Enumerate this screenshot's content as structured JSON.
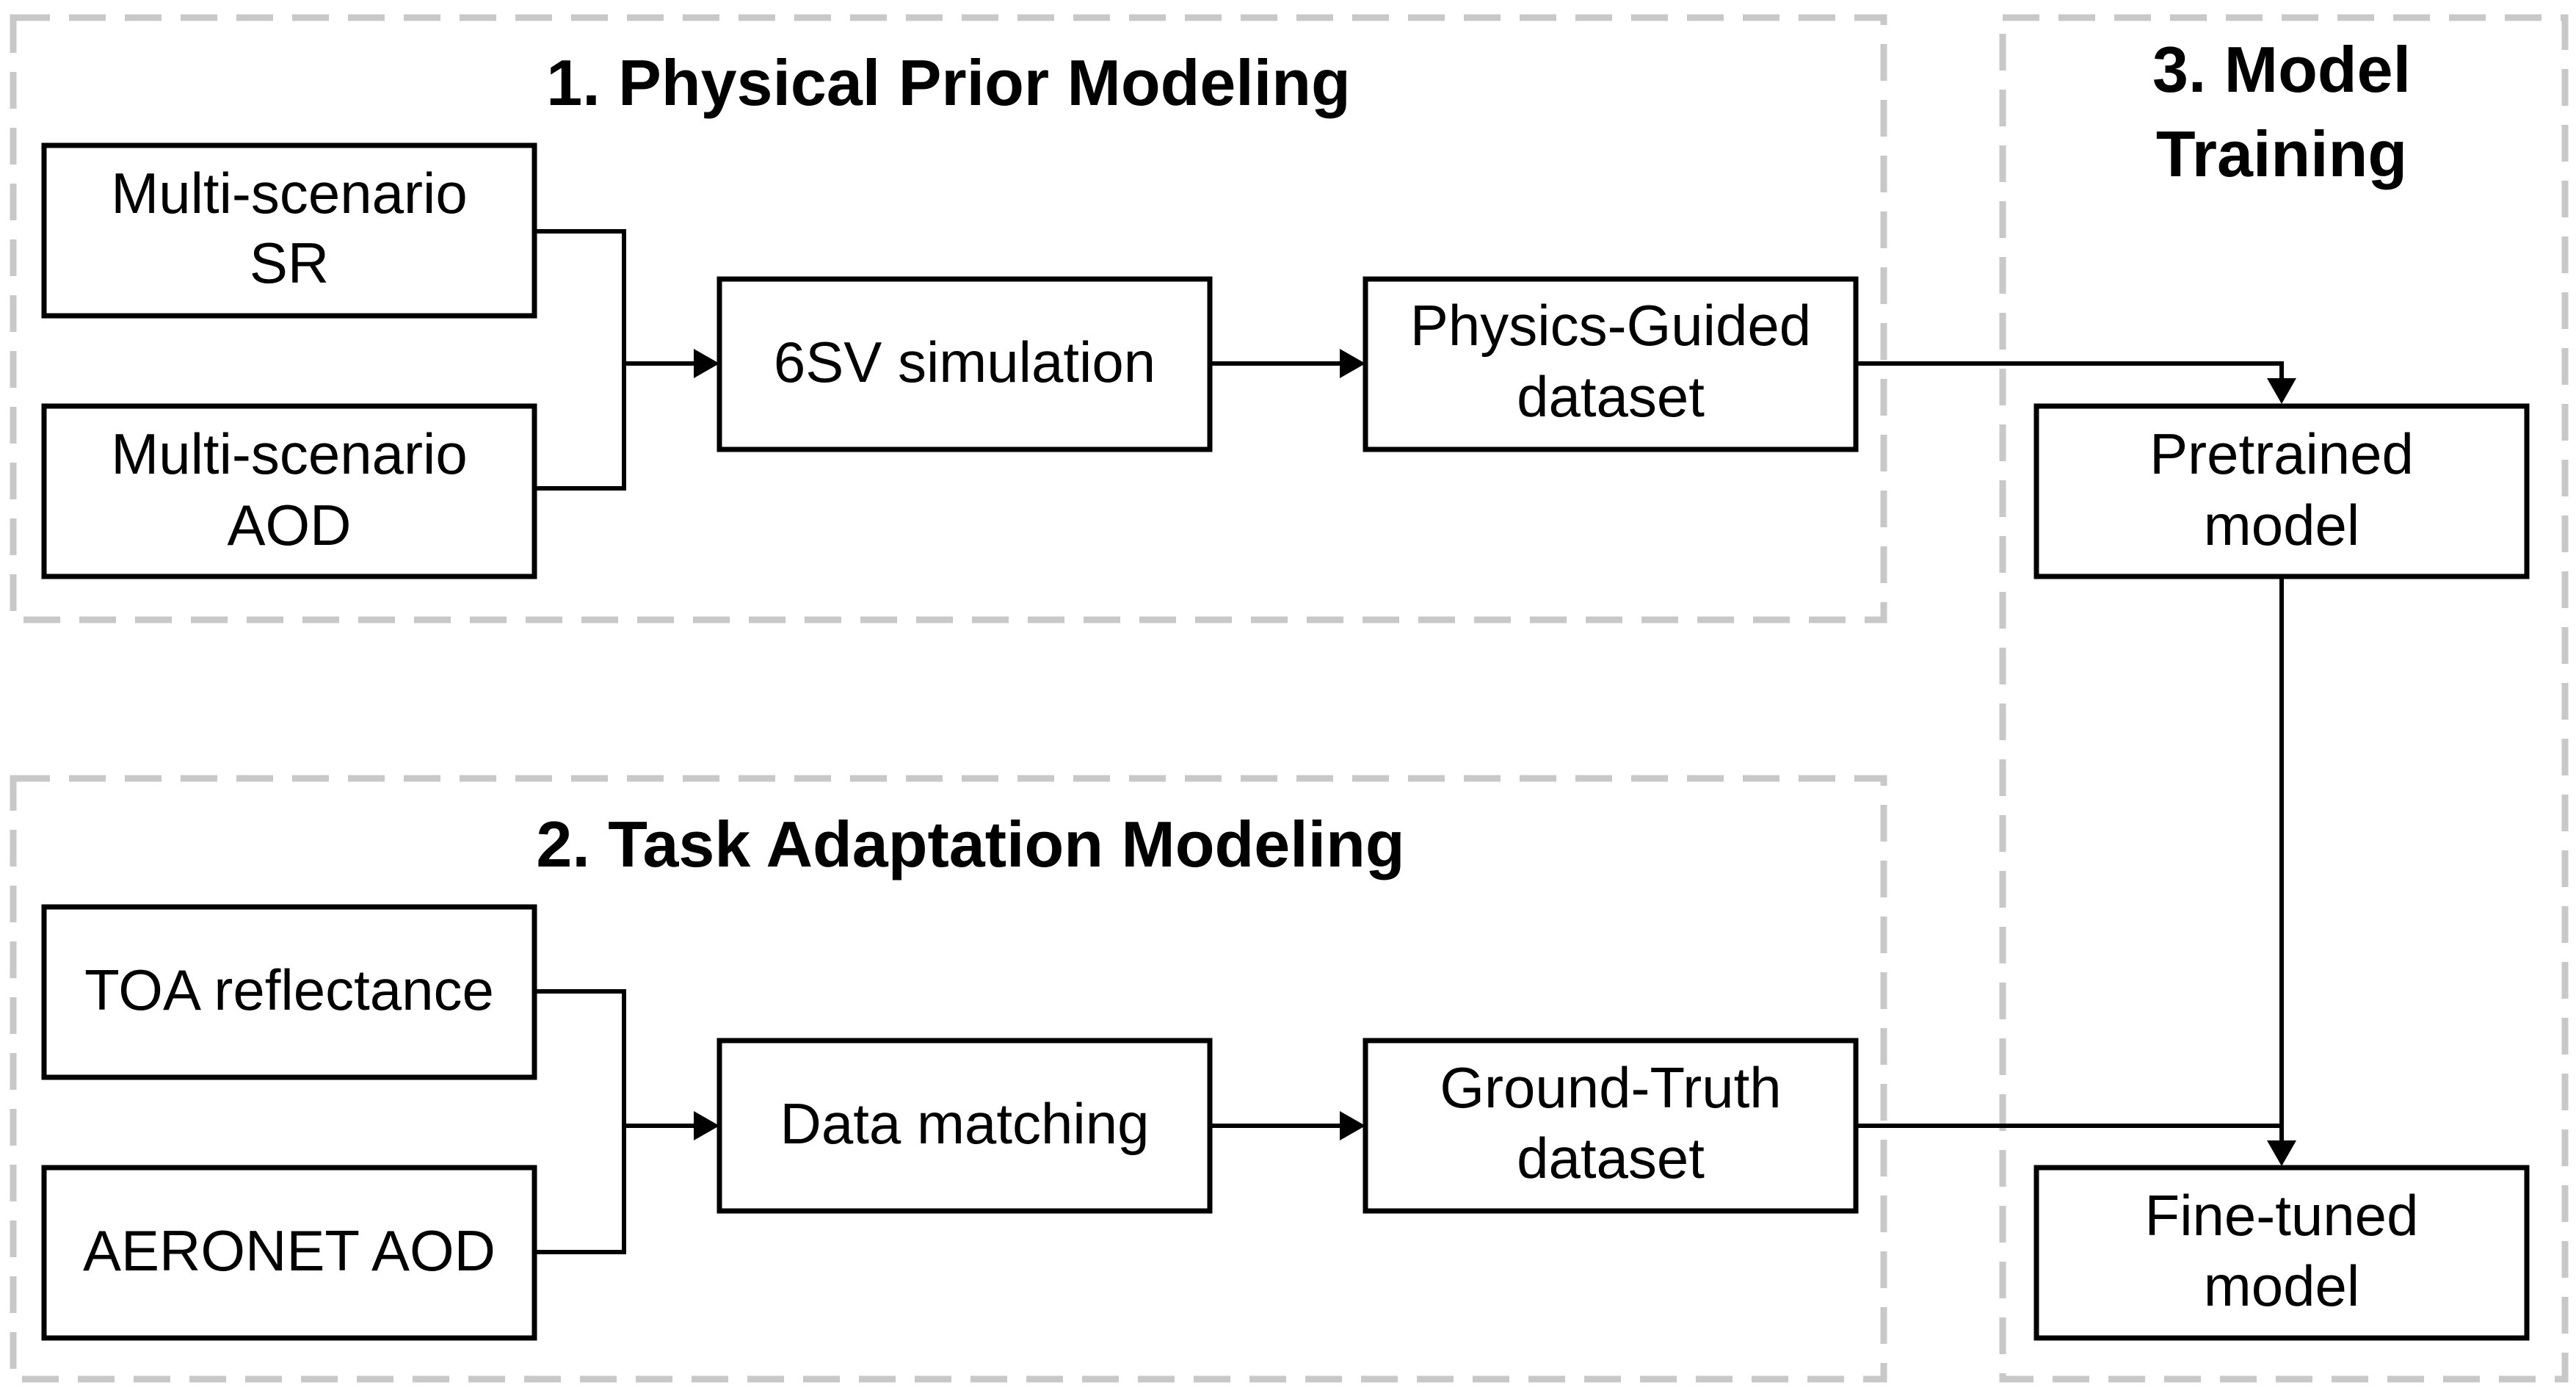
{
  "groups": {
    "physical_prior": {
      "title": "1. Physical Prior Modeling"
    },
    "task_adaptation": {
      "title": "2. Task Adaptation Modeling"
    },
    "model_training": {
      "title_line1": "3. Model",
      "title_line2": "Training"
    }
  },
  "nodes": {
    "sr": {
      "line1": "Multi-scenario",
      "line2": "SR"
    },
    "aod": {
      "line1": "Multi-scenario",
      "line2": "AOD"
    },
    "simulation": {
      "label": "6SV simulation"
    },
    "physics_dataset": {
      "line1": "Physics-Guided",
      "line2": "dataset"
    },
    "toa": {
      "label": "TOA reflectance"
    },
    "aeronet": {
      "label": "AERONET AOD"
    },
    "matching": {
      "label": "Data matching"
    },
    "truth_dataset": {
      "line1": "Ground-Truth",
      "line2": "dataset"
    },
    "pretrained": {
      "line1": "Pretrained",
      "line2": "model"
    },
    "finetuned": {
      "line1": "Fine-tuned",
      "line2": "model"
    }
  },
  "colors": {
    "frame": "#c8c8c8",
    "line": "#000000",
    "background": "#ffffff"
  }
}
